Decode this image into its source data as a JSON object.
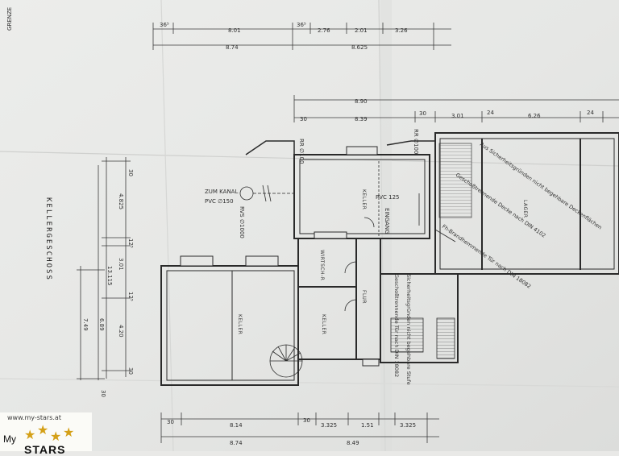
{
  "top_dims": {
    "a": "36⁵",
    "b": "8.01",
    "c": "36⁵",
    "d": "2.76",
    "e": "2.01",
    "f": "3.26",
    "g": "8.74",
    "h": "8.625",
    "i": "8.90",
    "j": "30",
    "k": "8.39",
    "l": "30",
    "m": "3.01",
    "n": "24",
    "o": "6.26",
    "p": "24"
  },
  "bottom_dims": {
    "a": "30",
    "b": "8.14",
    "c": "30",
    "d": "3.325",
    "e": "1.51",
    "f": "3.325",
    "g": "8.74",
    "h": "8.49"
  },
  "left_dims": {
    "a": "30",
    "b": "4.825",
    "c": "12⁵",
    "d": "3.01",
    "e": "12⁵",
    "f": "13.115",
    "g": "6.89",
    "h": "7.49",
    "i": "4.20",
    "j": "30",
    "k": "30"
  },
  "rooms": {
    "keller_top": "KELLER",
    "keller_mid": "KELLER",
    "keller_left": "KELLER",
    "wirtsch": "WIRTSCH-R",
    "flur": "FLUR",
    "lager": "LAGER"
  },
  "labels": {
    "grenze": "GRENZE",
    "kanal": "ZUM KANAL",
    "pvc150": "PVC ∅150",
    "rvs": "RVS ∅1000",
    "pvc125": "PVC 125",
    "rr_left": "RR ∅100",
    "rr_right": "RR ∅100",
    "eingang": "EINGANG",
    "title_side": "KELLERGESCHOSS"
  },
  "notes": {
    "n1": "Aus Sicherheitsgründen nicht begehbare Deckenflächen",
    "n2": "Geschoßtrennende Decke nach DIN 4102",
    "n3": "Geschoßtrennende Tür nach DIN 18082",
    "n4": "Fh-Brandhemmende Tür nach DIN 18082",
    "n5": "Sicherheitsgründen nicht begehbare Stufe"
  },
  "watermark": {
    "url": "www.my-stars.at",
    "brand_top": "My",
    "brand_bottom": "STARS",
    "star_color": "#d4a017"
  }
}
